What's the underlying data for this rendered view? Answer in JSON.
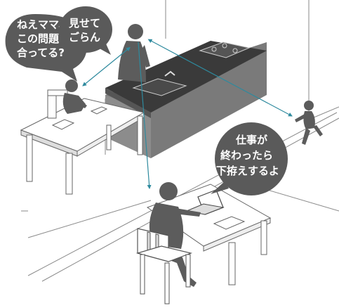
{
  "bubbles": {
    "child_question": {
      "lines": [
        "ねえママ、",
        "この問題",
        "合ってる?"
      ]
    },
    "mother_reply": {
      "lines": [
        "見せて",
        "ごらん"
      ]
    },
    "father_remark": {
      "lines": [
        "仕事が",
        "終わったら",
        "下拵えするよ"
      ]
    }
  },
  "colors": {
    "figure": "#5c5c5c",
    "bubble": "#5a5a5a",
    "arrow": "#2e8a9e",
    "line": "#8a8a8a",
    "counter_side": "#7a7a7a",
    "counter_top": "#3a3a3a"
  }
}
